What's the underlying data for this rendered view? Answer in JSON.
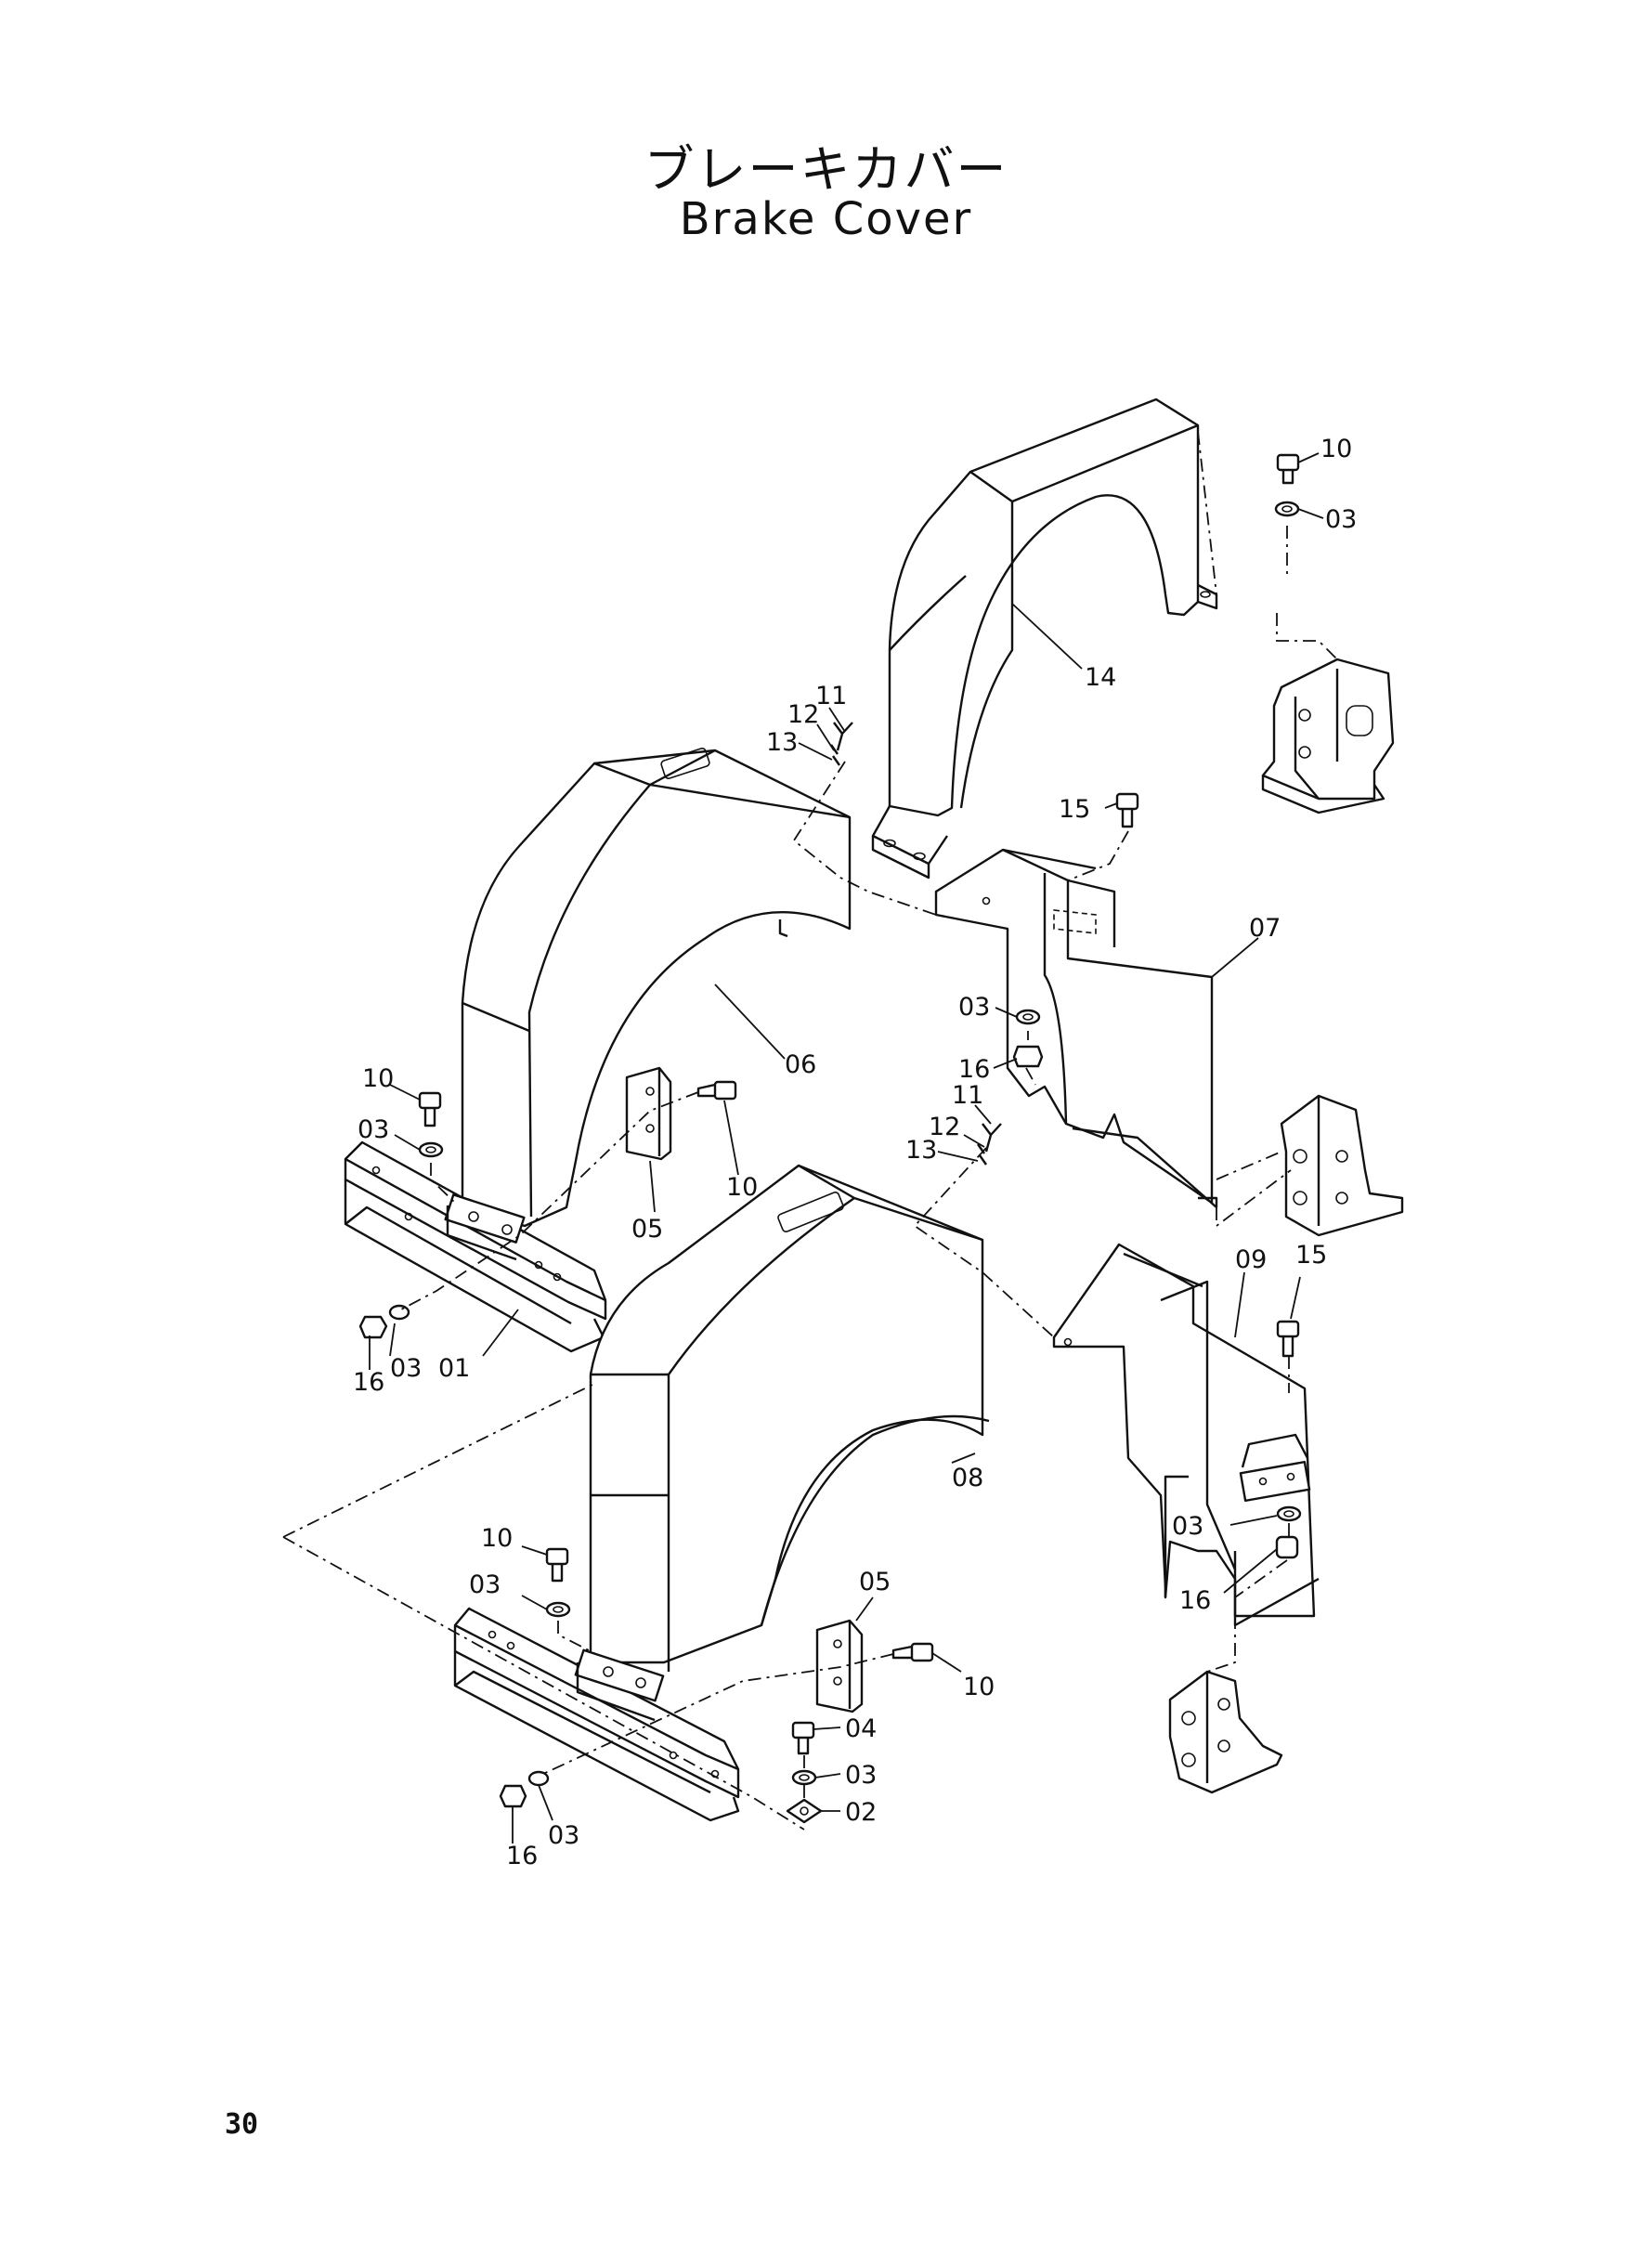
{
  "title_jp": "ブレーキカバー",
  "title_en": "Brake Cover",
  "page_number": "30",
  "callouts": [
    "10",
    "03",
    "14",
    "11",
    "12",
    "13",
    "15",
    "07",
    "03",
    "16",
    "06",
    "10",
    "03",
    "10",
    "11",
    "12",
    "13",
    "05",
    "09",
    "15",
    "16",
    "03",
    "01",
    "08",
    "03",
    "16",
    "10",
    "03",
    "05",
    "10",
    "04",
    "03",
    "02",
    "16",
    "03"
  ]
}
